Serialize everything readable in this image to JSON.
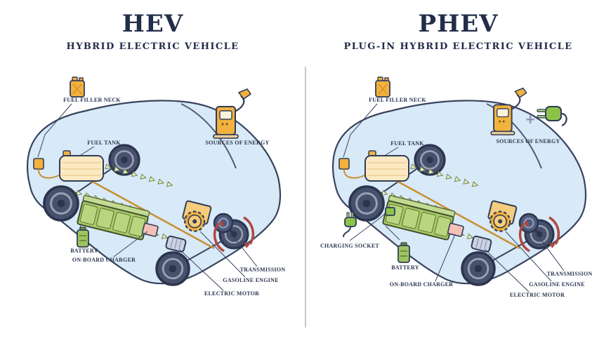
{
  "panels": {
    "hev": {
      "title": "HEV",
      "subtitle": "HYBRID ELECTRIC VEHICLE",
      "labels": {
        "fuel_filler_neck": "FUEL FILLER NECK",
        "fuel_tank": "FUEL TANK",
        "sources_of_energy": "SOURCES OF ENERGY",
        "battery": "BATTERY",
        "on_board_charger": "ON-BOARD CHARGER",
        "electric_motor": "ELECTRIC MOTOR",
        "gasoline_engine": "GASOLINE ENGINE",
        "transmission": "TRANSMISSION"
      }
    },
    "phev": {
      "title": "PHEV",
      "subtitle": "PLUG-IN HYBRID ELECTRIC VEHICLE",
      "labels": {
        "fuel_filler_neck": "FUEL FILLER NECK",
        "fuel_tank": "FUEL TANK",
        "sources_of_energy": "SOURCES OF ENERGY",
        "charging_socket": "CHARGING SOCKET",
        "battery": "BATTERY",
        "on_board_charger": "ON-BOARD CHARGER",
        "electric_motor": "ELECTRIC MOTOR",
        "gasoline_engine": "GASOLINE ENGINE",
        "transmission": "TRANSMISSION",
        "plus_sign": "+"
      }
    }
  },
  "icons": {
    "fuel_can": "jerry-can-icon",
    "gas_pump": "fuel-pump-icon",
    "power_plug": "electric-plug-icon",
    "battery": "battery-icon",
    "rotation": "rotation-arrows-icon",
    "flow": "flow-arrow-icon"
  },
  "colors": {
    "title_text": "#222d49",
    "label_text": "#2b3550",
    "outline": "#323c57",
    "car_body_fill": "#d8e9f7",
    "accent_yellow": "#f2b23e",
    "accent_cream": "#fce9c2",
    "accent_green": "#9cc45f",
    "plug_green": "#8bc34a",
    "arrow_red": "#b0473f",
    "flow_arrow_fill": "#e7eecb",
    "divider": "#c0c6d2"
  }
}
